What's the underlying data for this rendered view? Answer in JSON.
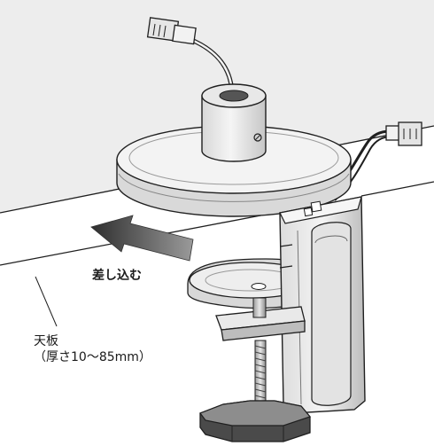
{
  "labels": {
    "insert": "差し込む",
    "desk": "天板",
    "desk_range": "（厚さ10〜85mm）"
  },
  "colors": {
    "background": "#ffffff",
    "desk": "#ededed",
    "stroke": "#1f1f1f",
    "part_light": "#f2f2f2",
    "part_mid": "#d9d9d9",
    "part_dark": "#a9a9a9",
    "arrow": "#555555"
  }
}
